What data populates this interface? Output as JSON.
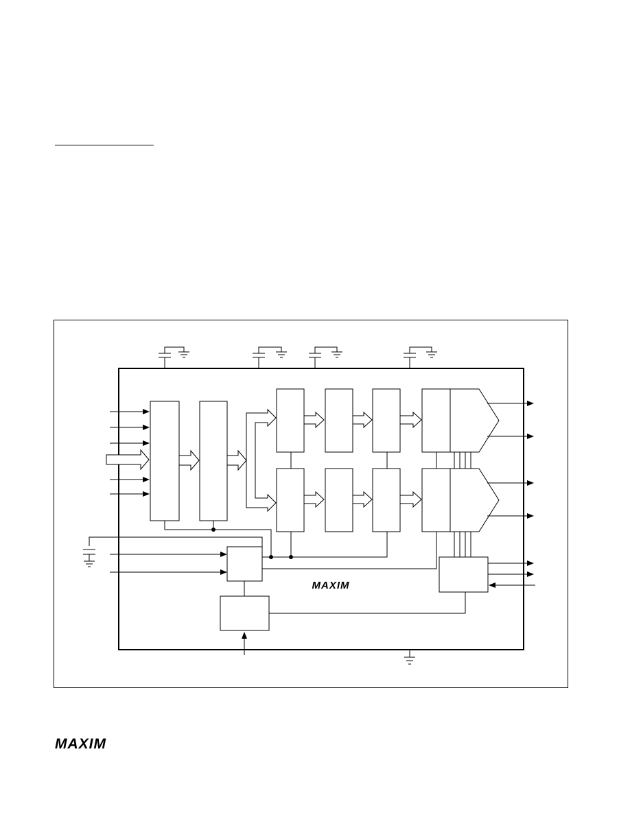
{
  "document": {
    "brand": "MAXIM",
    "diagram_logo_text": "MAXIM",
    "footer_logo_text": "MAXIM"
  },
  "colors": {
    "ink": "#000000",
    "paper": "#ffffff"
  },
  "icons": [
    "ground-icon",
    "capacitor-icon",
    "arrow-icon"
  ]
}
